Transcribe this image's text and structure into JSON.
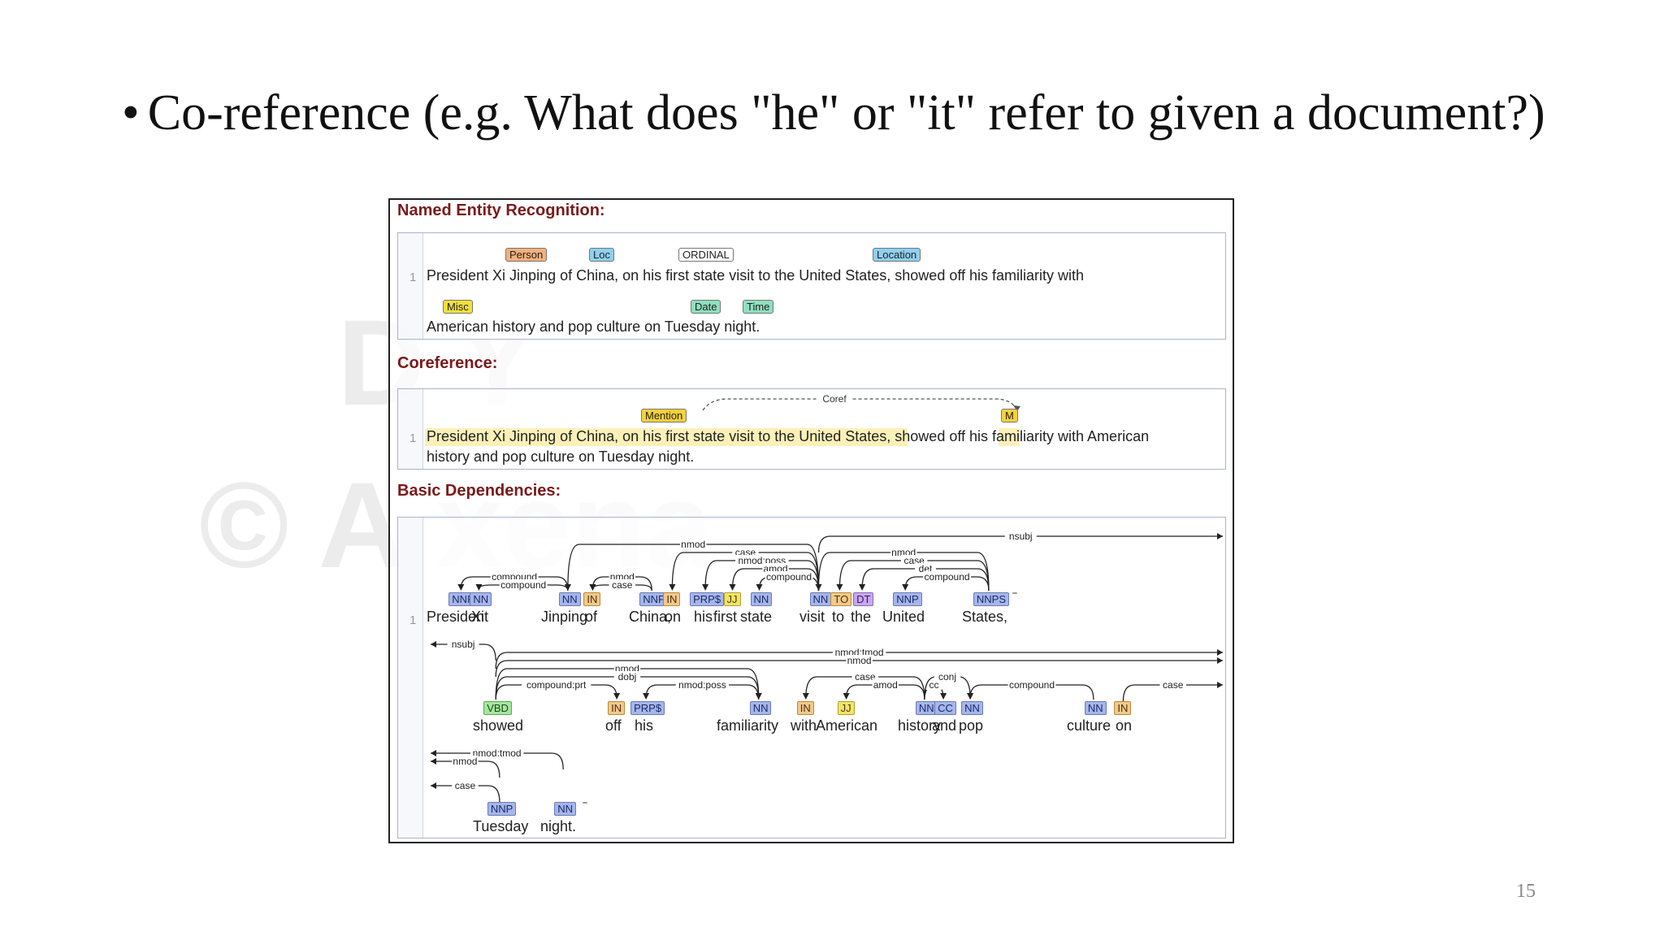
{
  "slide": {
    "bullet": "•",
    "title": "Co-reference (e.g. What does \"he\" or \"it\" refer to given a document?)",
    "page_number": "15"
  },
  "watermark": {
    "line1": "D          Y",
    "line2": "© A                      xena"
  },
  "ner": {
    "heading": "Named Entity Recognition:",
    "line_number": "1",
    "line1": "President Xi Jinping of China, on his   first   state visit to the United States, showed off his familiarity with",
    "line2": "American history and pop culture on Tuesday night.",
    "tags": {
      "person": "Person",
      "loc": "Loc",
      "ordinal": "ORDINAL",
      "location": "Location",
      "misc": "Misc",
      "date": "Date",
      "time": "Time"
    }
  },
  "coref": {
    "heading": "Coreference:",
    "line_number": "1",
    "mention_tag": "Mention",
    "m_tag": "M",
    "arc_label": "Coref",
    "line1": "President Xi Jinping of China, on his first state visit to the United States, showed off his familiarity with American",
    "line2": "history and pop culture on Tuesday night."
  },
  "deps": {
    "heading": "Basic Dependencies:",
    "line_number": "1",
    "row1_words": [
      {
        "w": "President",
        "pos": "NNP",
        "k": "n"
      },
      {
        "w": "Xi",
        "pos": "NN",
        "k": "n"
      },
      {
        "w": "Jinping",
        "pos": "NN",
        "k": "n"
      },
      {
        "w": "of",
        "pos": "IN",
        "k": "in"
      },
      {
        "w": "China,",
        "pos": "NNP",
        "k": "n"
      },
      {
        "w": "on",
        "pos": "IN",
        "k": "in"
      },
      {
        "w": "his",
        "pos": "PRP$",
        "k": "n"
      },
      {
        "w": "first",
        "pos": "JJ",
        "k": "jj"
      },
      {
        "w": "state",
        "pos": "NN",
        "k": "n"
      },
      {
        "w": "visit",
        "pos": "NN",
        "k": "n"
      },
      {
        "w": "to",
        "pos": "TO",
        "k": "in"
      },
      {
        "w": "the",
        "pos": "DT",
        "k": "dt"
      },
      {
        "w": "United",
        "pos": "NNP",
        "k": "n"
      },
      {
        "w": "States,",
        "pos": "NNPS",
        "k": "n"
      }
    ],
    "row2_words": [
      {
        "w": "showed",
        "pos": "VBD",
        "k": "vb"
      },
      {
        "w": "off",
        "pos": "IN",
        "k": "in"
      },
      {
        "w": "his",
        "pos": "PRP$",
        "k": "n"
      },
      {
        "w": "familiarity",
        "pos": "NN",
        "k": "n"
      },
      {
        "w": "with",
        "pos": "IN",
        "k": "in"
      },
      {
        "w": "American",
        "pos": "JJ",
        "k": "jj"
      },
      {
        "w": "history",
        "pos": "NN",
        "k": "n"
      },
      {
        "w": "and",
        "pos": "CC",
        "k": "n"
      },
      {
        "w": "pop",
        "pos": "NN",
        "k": "n"
      },
      {
        "w": "culture",
        "pos": "NN",
        "k": "n"
      },
      {
        "w": "on",
        "pos": "IN",
        "k": "in"
      }
    ],
    "row3_words": [
      {
        "w": "Tuesday",
        "pos": "NNP",
        "k": "n"
      },
      {
        "w": "night.",
        "pos": "NN",
        "k": "n"
      }
    ],
    "labels": {
      "nsubj": "nsubj",
      "nmod": "nmod",
      "compound": "compound",
      "case": "case",
      "nmod_poss": "nmod:poss",
      "amod": "amod",
      "det": "det",
      "nmod_tmod": "nmod:tmod",
      "dobj": "dobj",
      "compound_prt": "compound:prt",
      "cc": "cc",
      "conj": "conj"
    }
  }
}
